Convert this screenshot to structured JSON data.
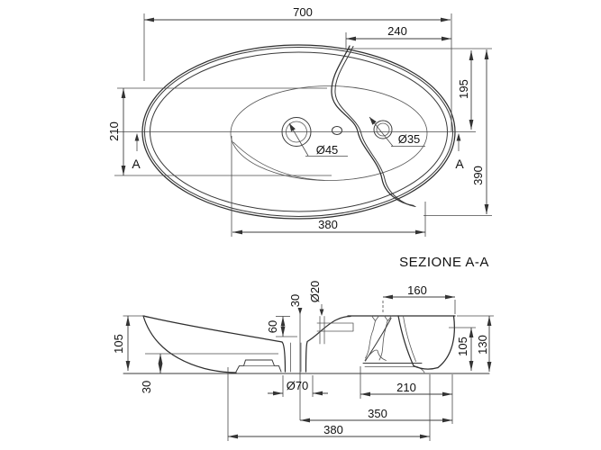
{
  "section_title": "SEZIONE A-A",
  "plan": {
    "overall_width": "700",
    "right_offset": "240",
    "right_depth": "195",
    "overall_depth": "390",
    "left_depth": "210",
    "basin_width": "380",
    "drain_label": "Ø45",
    "faucet_label": "Ø35",
    "cut_left": "A",
    "cut_right": "A"
  },
  "section": {
    "bowl_height": "105",
    "base_clearance": "30",
    "bowl_depth": "60",
    "overflow_offset": "30",
    "overflow_dia": "Ø20",
    "drain_dia": "Ø70",
    "tray_width": "160",
    "foot_height": "105",
    "total_height": "130",
    "foot_span": "210",
    "drain_span": "350",
    "base_span": "380"
  },
  "colors": {
    "line": "#2e2e2e",
    "dimension": "#3d3d3d",
    "background": "#ffffff"
  }
}
